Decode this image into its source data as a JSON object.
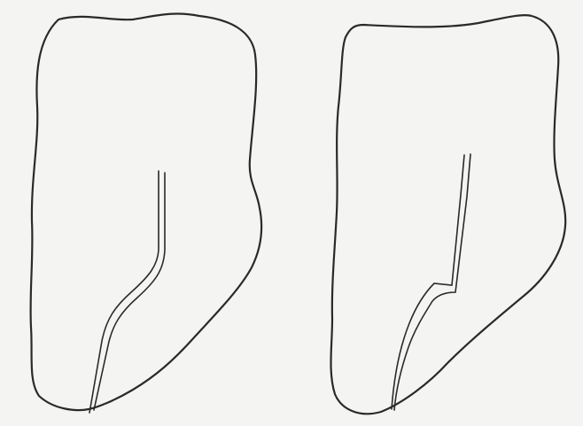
{
  "colors": {
    "paper": "#f4f4f2",
    "ink": "#2a2a2a"
  },
  "figures": [
    {
      "id": "left",
      "canal_shape": "smooth-curve"
    },
    {
      "id": "right",
      "canal_shape": "ledge-step"
    }
  ]
}
